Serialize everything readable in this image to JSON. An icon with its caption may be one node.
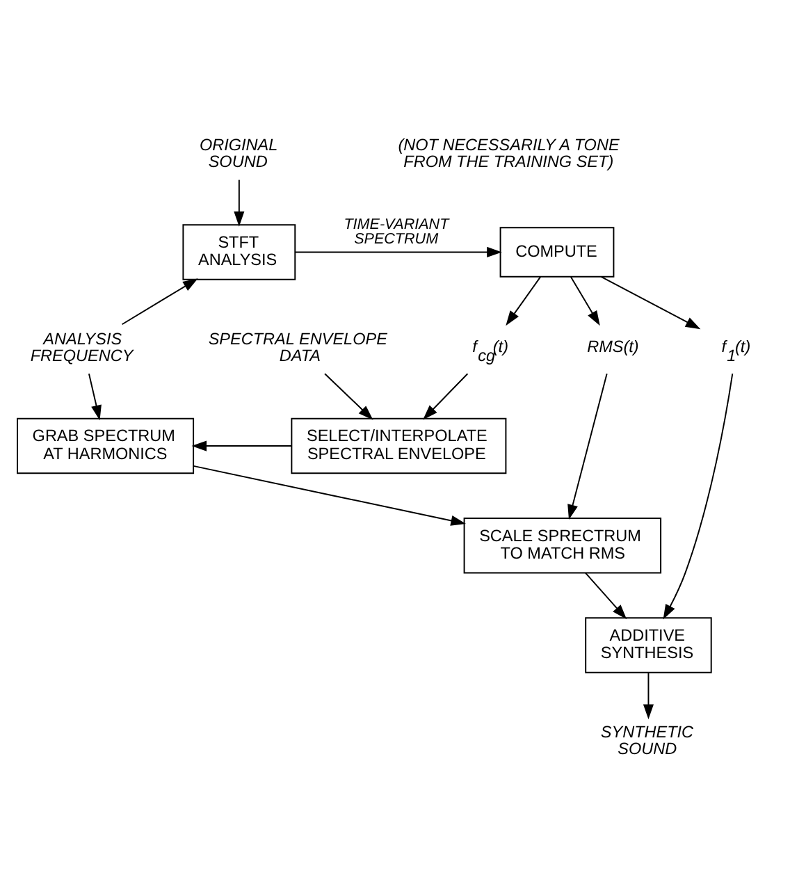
{
  "diagram": {
    "nodes": [
      {
        "text": [
          "ORIGINAL SOUND"
        ]
      },
      {
        "text": [
          "STFT ANALYSIS"
        ]
      },
      {
        "text": [
          "COMPUTE"
        ]
      },
      {
        "text": [
          "f$_{cg}$(t)"
        ]
      },
      {
        "text": [
          "RMS(t)"
        ]
      },
      {
        "text": [
          "f$_{1}$(t)"
        ]
      },
      {
        "text": [
          "ANALYSIS FREQUENCY"
        ]
      },
      {
        "text": [
          "GRAB SPECTRUM AT HARMONICS"
        ]
      },
      {
        "text": [
          "SELECT/INTERPOLATE SPECTRAL ENVELOPE"
        ]
      },
      {
        "text": [
          "SPECTRAL ENVELOPE DATA"
        ]
      },
      {
        "text": [
          "SCALE SPRECTRUM TO MATCH RMS"
        ]
      },
      {
        "text": [
          "ADDITIVE SYNTHESIS"
        ]
      },
      {
        "text": [
          "SYNTHETIC SOUND"
        ]
      }
    ],
    "edges": [
      {
        "from": 0,
        "to": 1,
        "arrow": "to"
      },
      {
        "from": 1,
        "to": 2,
        "arrow": "to",
        "label": "TIME-VARIANT SPECTRUM"
      },
      {
        "from": 2,
        "to": 3,
        "arrow": "to"
      },
      {
        "from": 2,
        "to": 4,
        "arrow": "to"
      },
      {
        "from": 2,
        "to": 5,
        "arrow": "to"
      },
      {
        "from": 6,
        "to": 1,
        "arrow": "to"
      },
      {
        "from": 6,
        "to": 7,
        "arrow": "to"
      },
      {
        "from": 3,
        "to": 8,
        "arrow": "to"
      },
      {
        "from": 8,
        "to": 7,
        "arrow": "to"
      },
      {
        "from": 9,
        "to": 8,
        "arrow": "to"
      },
      {
        "from": 7,
        "to": 10,
        "arrow": "to"
      },
      {
        "from": 4,
        "to": 10,
        "arrow": "to"
      },
      {
        "from": 10,
        "to": 11,
        "arrow": "to"
      },
      {
        "from": 5,
        "to": 11,
        "arrow": "to"
      },
      {
        "from": 11,
        "to": 12,
        "arrow": "to"
      }
    ],
    "labels": [
      "(NOT NECESSARILY A TONE FROM THE TRAINING SET)"
    ]
  }
}
